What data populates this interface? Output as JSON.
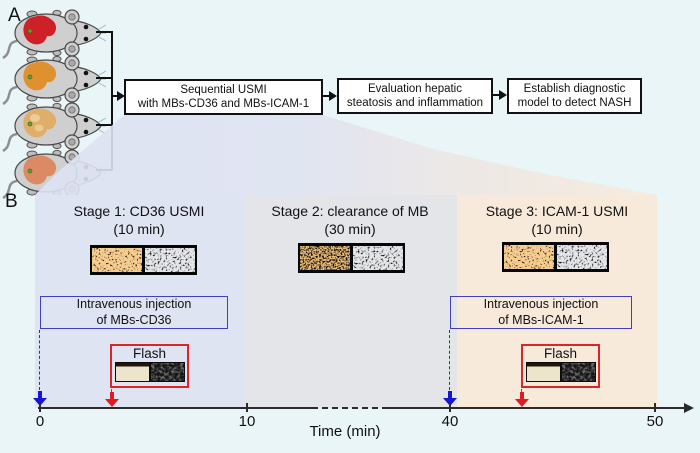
{
  "panel_a": {
    "label": "A",
    "mice": [
      {
        "name": "mouse-1",
        "liver_color": "#cd2127"
      },
      {
        "name": "mouse-2",
        "liver_color": "#e0912f"
      },
      {
        "name": "mouse-3",
        "liver_color": "#dfae68"
      },
      {
        "name": "mouse-4",
        "liver_color": "#db8a64"
      }
    ],
    "flow_boxes": [
      {
        "line1": "Sequential USMI",
        "line2": "with MBs-CD36 and MBs-ICAM-1"
      },
      {
        "line1": "Evaluation hepatic",
        "line2": "steatosis and inflammation"
      },
      {
        "line1": "Establish diagnostic",
        "line2": "model to detect NASH"
      }
    ]
  },
  "panel_b": {
    "label": "B",
    "stages": [
      {
        "title_line1": "Stage 1: CD36 USMI",
        "title_line2": "(10 min)",
        "bg": "#dfe4f3",
        "injection_line1": "Intravenous injection",
        "injection_line2": "of MBs-CD36",
        "flash_label": "Flash"
      },
      {
        "title_line1": "Stage 2: clearance of MB",
        "title_line2": "(30 min)",
        "bg": "#e3e5e9"
      },
      {
        "title_line1": "Stage 3: ICAM-1 USMI",
        "title_line2": "(10 min)",
        "bg": "#f8eadb",
        "injection_line1": "Intravenous injection",
        "injection_line2": "of MBs-ICAM-1",
        "flash_label": "Flash"
      }
    ],
    "timeline": {
      "ticks": [
        "0",
        "10",
        "40",
        "50"
      ],
      "axis_label": "Time (min)"
    }
  },
  "colors": {
    "page_bg": "#e9f5f7",
    "injection_border_blue": "#4040bf",
    "flash_border_red": "#d92727",
    "blue_arrow": "#1515d6",
    "red_arrow": "#e01b24"
  }
}
